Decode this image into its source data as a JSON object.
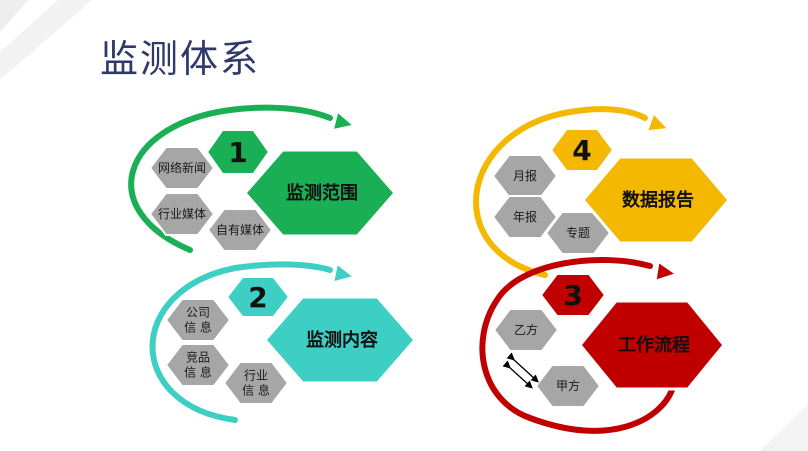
{
  "page": {
    "title": "监测体系"
  },
  "colors": {
    "green": "#1aae55",
    "teal": "#3ecfc4",
    "yellow": "#f5b800",
    "red": "#c00000",
    "gray": "#a6a6a6",
    "title": "#2f3a6b"
  },
  "groups": [
    {
      "id": "monitor-scope",
      "number": "1",
      "label": "监测范围",
      "color": "green",
      "items": [
        {
          "lines": [
            "网络新闻"
          ]
        },
        {
          "lines": [
            "行业媒体"
          ]
        },
        {
          "lines": [
            "自有媒体"
          ]
        }
      ]
    },
    {
      "id": "monitor-content",
      "number": "2",
      "label": "监测内容",
      "color": "teal",
      "items": [
        {
          "lines": [
            "公司",
            "信 息"
          ]
        },
        {
          "lines": [
            "竞品",
            "信 息"
          ]
        },
        {
          "lines": [
            "行业",
            "信 息"
          ]
        }
      ]
    },
    {
      "id": "data-report",
      "number": "4",
      "label": "数据报告",
      "color": "yellow",
      "items": [
        {
          "lines": [
            "月报"
          ]
        },
        {
          "lines": [
            "年报"
          ]
        },
        {
          "lines": [
            "专题"
          ]
        }
      ]
    },
    {
      "id": "workflow",
      "number": "3",
      "label": "工作流程",
      "color": "red",
      "items": [
        {
          "lines": [
            "乙方"
          ]
        },
        {
          "lines": [
            "甲方"
          ]
        }
      ]
    }
  ]
}
